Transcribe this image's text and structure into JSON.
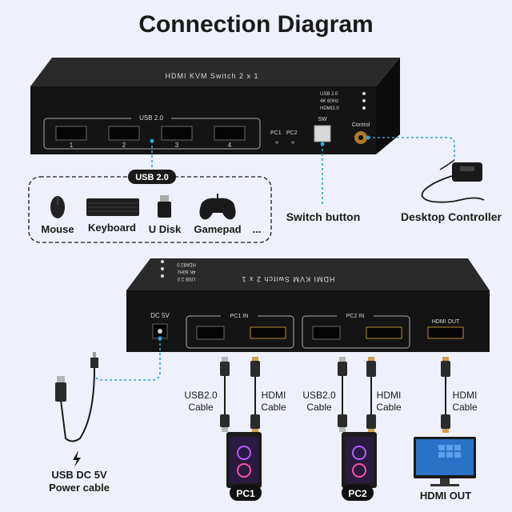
{
  "title": "Connection Diagram",
  "front_device": {
    "model_text": "HDMI KVM Switch 2 x 1",
    "indicators": [
      "USB 2.0",
      "4K 60Hz",
      "HDMI2.0"
    ],
    "usb_group_label": "USB 2.0",
    "port_numbers": [
      "1",
      "2",
      "3",
      "4"
    ],
    "pc_leds": [
      "PC1",
      "PC2"
    ],
    "sw_label": "SW",
    "control_label": "Control"
  },
  "usb_section": {
    "badge": "USB 2.0",
    "items": [
      "Mouse",
      "Keyboard",
      "U Disk",
      "Gamepad",
      "..."
    ]
  },
  "switch_button_label": "Switch button",
  "desktop_controller_label": "Desktop Controller",
  "back_device": {
    "model_text": "HDMI KVM Switch 2 x 1",
    "indicators": [
      "HDMI2.0",
      "4K 60Hz",
      "USB 2.0"
    ],
    "dc_label": "DC 5V",
    "pc1_in": "PC1 IN",
    "pc2_in": "PC2 IN",
    "hdmi_out": "HDMI OUT"
  },
  "cables": {
    "usb_a": "USB2.0\nCable",
    "hdmi_a": "HDMI\nCable",
    "usb_b": "USB2.0\nCable",
    "hdmi_b": "HDMI\nCable",
    "hdmi_c": "HDMI\nCable"
  },
  "power_cable_label": "USB DC 5V\nPower cable",
  "pc1_badge": "PC1",
  "pc2_badge": "PC2",
  "hdmi_out_label": "HDMI OUT",
  "colors": {
    "accent": "#29a9d6",
    "device": "#1c1c1c",
    "background": "#eef1fb"
  }
}
